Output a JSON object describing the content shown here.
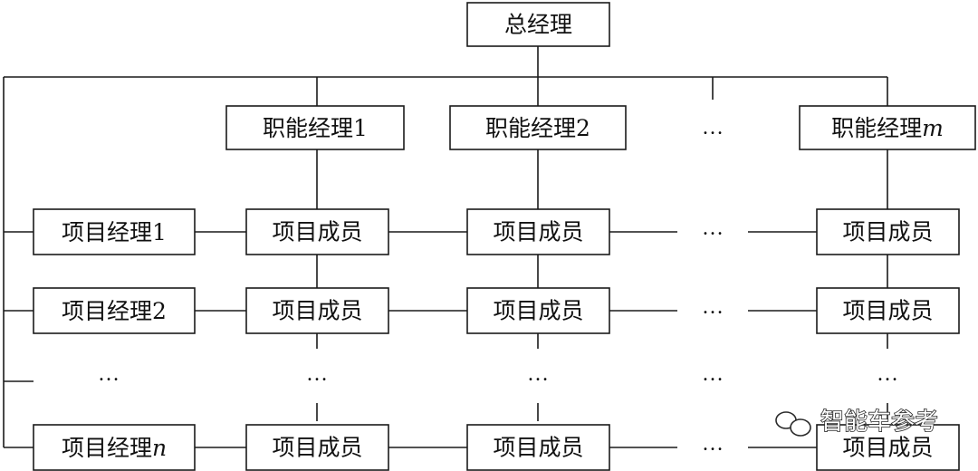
{
  "nodes": {
    "general_manager": "总经理",
    "functional_managers": [
      {
        "base": "职能经理",
        "suffix": "1",
        "suffix_italic": false
      },
      {
        "base": "职能经理",
        "suffix": "2",
        "suffix_italic": false
      },
      {
        "base": "职能经理",
        "suffix": "m",
        "suffix_italic": true
      }
    ],
    "project_managers": [
      {
        "base": "项目经理",
        "suffix": "1",
        "suffix_italic": false
      },
      {
        "base": "项目经理",
        "suffix": "2",
        "suffix_italic": false
      },
      {
        "base": "项目经理",
        "suffix": "n",
        "suffix_italic": true
      }
    ],
    "member": "项目成员",
    "ellipsis": "…"
  },
  "watermark": {
    "text": "智能车参考",
    "icon": "wechat-icon"
  },
  "colors": {
    "line": "#1a1a1a",
    "text": "#111111",
    "background": "#ffffff"
  }
}
